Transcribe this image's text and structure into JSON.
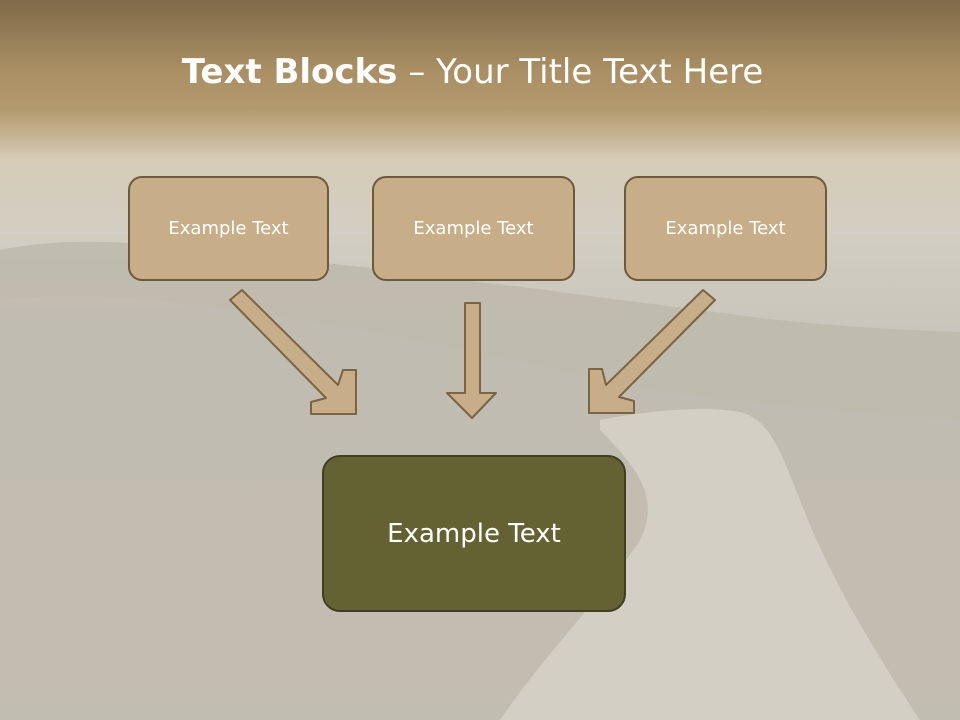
{
  "title": {
    "bold": "Text Blocks",
    "dash": "–",
    "rest": "Your Title Text Here"
  },
  "boxes": [
    {
      "label": "Example Text"
    },
    {
      "label": "Example Text"
    },
    {
      "label": "Example Text"
    }
  ],
  "result": {
    "label": "Example Text"
  },
  "colors": {
    "box_fill": "#c7ae88",
    "box_border": "#6e5a3a",
    "result_fill": "#646233",
    "title_band": "#a98f63"
  }
}
